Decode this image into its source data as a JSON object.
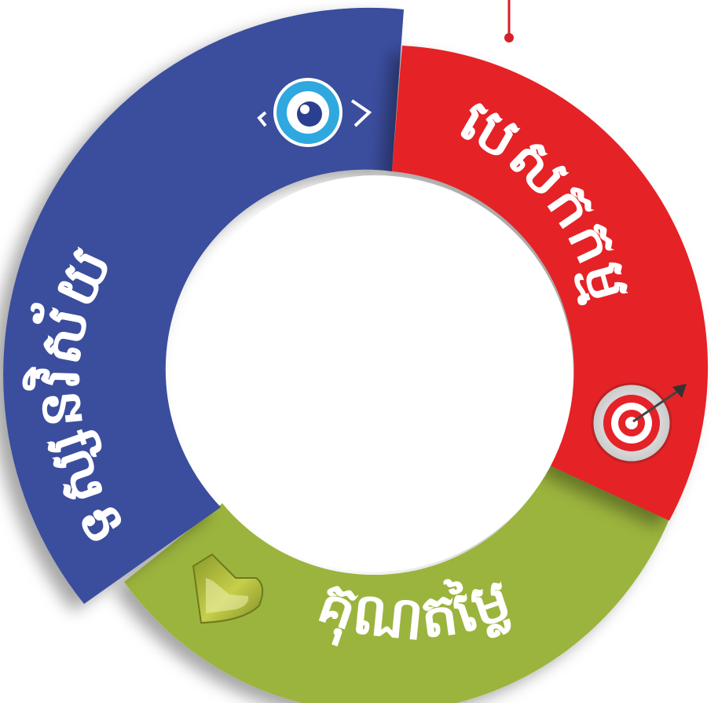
{
  "segments": [
    {
      "id": "blue",
      "label": "ទស្សនវិស័យ",
      "color": "#3a4e9d",
      "icon": "eye-icon"
    },
    {
      "id": "red",
      "label": "បេសកកម្ម",
      "color": "#e52227",
      "icon": "target-icon"
    },
    {
      "id": "green",
      "label": "គុណតម្លៃ",
      "color": "#9bb43c",
      "icon": "heart-icon"
    }
  ],
  "colors": {
    "pointer": "#d6202a",
    "center": "#ffffff"
  }
}
